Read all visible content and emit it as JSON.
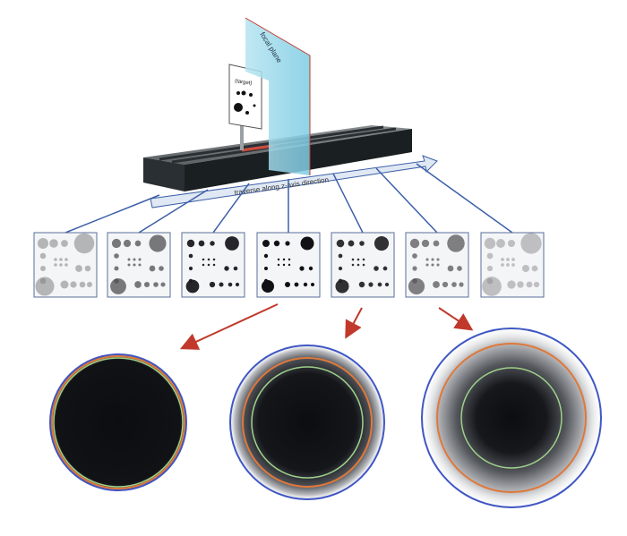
{
  "labels": {
    "focal_plane": "focal plane",
    "target": "(target)",
    "traverse": "traverse along z-axis direction"
  },
  "colors": {
    "rail_top": "#6f7477",
    "rail_front": "#1a1f22",
    "rail_groove": "#2a2f33",
    "focal_plane": "#9fdaeb",
    "connector": "#3d5fa8",
    "arrow_red": "#c0392b",
    "ring_blue": "#3f56c4",
    "ring_orange": "#e0783a",
    "ring_green": "#9fd28a",
    "traverse_arrow": "#dfe8f3"
  },
  "thumbnails": [
    {
      "blur": 1.0
    },
    {
      "blur": 0.55
    },
    {
      "blur": 0.1
    },
    {
      "blur": 0.0
    },
    {
      "blur": 0.15
    },
    {
      "blur": 0.6
    },
    {
      "blur": 1.1
    }
  ],
  "spots": [
    {
      "blur_level": "in-focus"
    },
    {
      "blur_level": "slightly-defocused"
    },
    {
      "blur_level": "strongly-defocused"
    }
  ]
}
